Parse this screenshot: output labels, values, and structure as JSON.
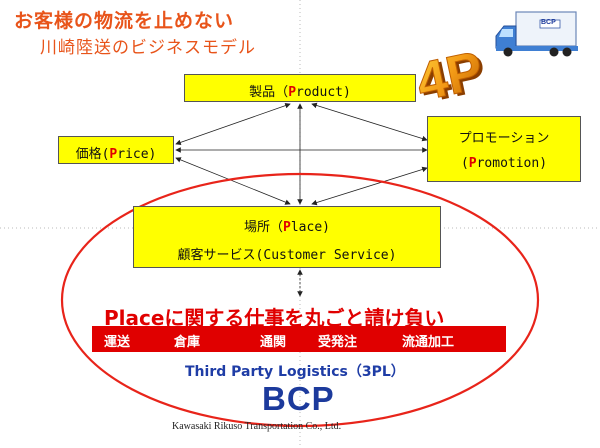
{
  "header": {
    "title": "お客様の物流を止めない",
    "subtitle": "川崎陸送のビジネスモデル"
  },
  "boxes": {
    "product": {
      "label_before": "製品（",
      "letter": "P",
      "label_after": "roduct)"
    },
    "price": {
      "label_before": "価格(",
      "letter": "P",
      "label_after": "rice)"
    },
    "promotion": {
      "line1": "プロモーション",
      "line2_before": "(",
      "letter": "P",
      "line2_after": "romotion)"
    },
    "place": {
      "label_before": "場所（",
      "letter": "P",
      "label_after": "lace)",
      "line2": "顧客サービス(Customer Service)"
    }
  },
  "logo_4p": "4P",
  "truck_logo": "BCP",
  "tagline": "Placeに関する仕事を丸ごと請け負い",
  "services": [
    "運送",
    "倉庫",
    "通関",
    "受発注",
    "流通加工"
  ],
  "third_party": "Third Party Logistics（3PL）",
  "bcp": "BCP",
  "company": "Kawasaki Rikuso Transportation Co., Ltd.",
  "colors": {
    "accent": "#e8541a",
    "red": "#e00000",
    "yellow": "#ffff00",
    "blue": "#1c3a9c"
  }
}
